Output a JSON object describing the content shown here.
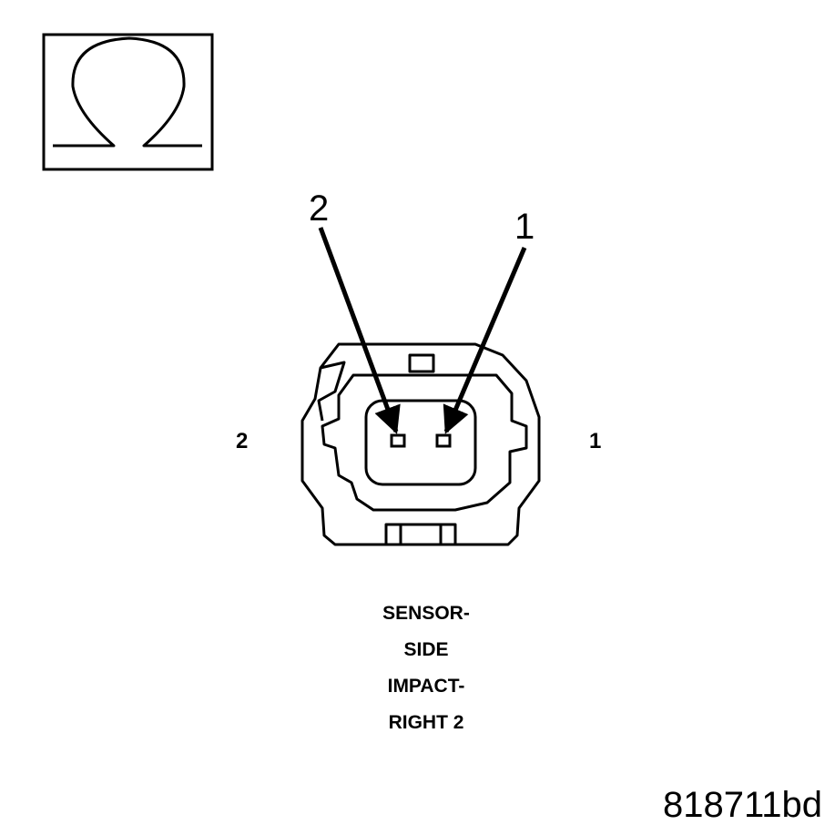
{
  "figure_id": "818711bd",
  "symbol": {
    "icon": "ohm-icon"
  },
  "callouts": {
    "left": "2",
    "right": "1"
  },
  "pin_labels": {
    "left": "2",
    "right": "1"
  },
  "connector_caption": {
    "lines": [
      "SENSOR-",
      "SIDE",
      "IMPACT-",
      "RIGHT 2"
    ]
  }
}
